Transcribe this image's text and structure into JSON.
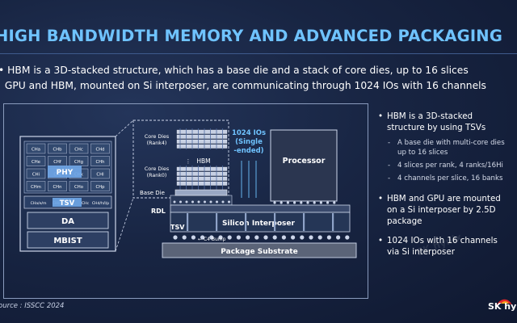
{
  "slide": {
    "title": "HIGH BANDWIDTH MEMORY AND ADVANCED PACKAGING",
    "intro_lines": [
      "HBM is a 3D-stacked structure, which has a base die and a stack of core dies, up to 16 slices",
      "GPU and HBM, mounted on Si interposer, are communicating through 1024 IOs with 16 channels"
    ],
    "source": "ource : ISSCC 2024",
    "logo_text": "SK hyn",
    "watermark": "SK hynix"
  },
  "diagram": {
    "die_cells": [
      "CHa",
      "CHb",
      "CHc",
      "CHd",
      "CHe",
      "CHf",
      "CHg",
      "CHh",
      "CHi",
      "CHj",
      "CHk",
      "CHl",
      "CHm",
      "CHn",
      "CHo",
      "CHp"
    ],
    "phy_label": "PHY",
    "tsv_bar": [
      "CHa/e/m",
      "CHb",
      "CHc",
      "CHd/h/l/p"
    ],
    "tsv_label": "TSV",
    "da_label": "DA",
    "mbist_label": "MBIST",
    "core_dies_rank4": [
      "Core Dies",
      "(Rank4)"
    ],
    "core_dies_rank0": [
      "Core Dies",
      "(Rank0)"
    ],
    "hbm_label": "HBM",
    "base_die_label": "Base Die",
    "io_label": [
      "1024 IOs",
      "(Single",
      "-ended)"
    ],
    "processor_label": "Processor",
    "rdl_label": "RDL",
    "tsv_side_label": "TSV",
    "interposer_label": "Silicon Interposer",
    "c4_label": "C4 Bump",
    "substrate_label": "Package Substrate"
  },
  "bullets": [
    {
      "text": [
        "HBM is a 3D-stacked",
        "structure by using TSVs"
      ],
      "subs": [
        [
          "A base die with multi-core dies",
          "up to 16 slices"
        ],
        [
          "4 slices per rank, 4 ranks/16Hi"
        ],
        [
          "4 channels per slice, 16 banks"
        ]
      ]
    },
    {
      "text": [
        "HBM and GPU are mounted",
        "on a Si interposer by 2.5D",
        "package"
      ],
      "subs": []
    },
    {
      "text": [
        "1024 IOs with 16 channels",
        "via Si interposer"
      ],
      "subs": []
    }
  ],
  "colors": {
    "title": "#6fc3ff",
    "accent": "#6fc3ff",
    "logo_red": "#e3262c",
    "logo_orange": "#f5a623"
  }
}
